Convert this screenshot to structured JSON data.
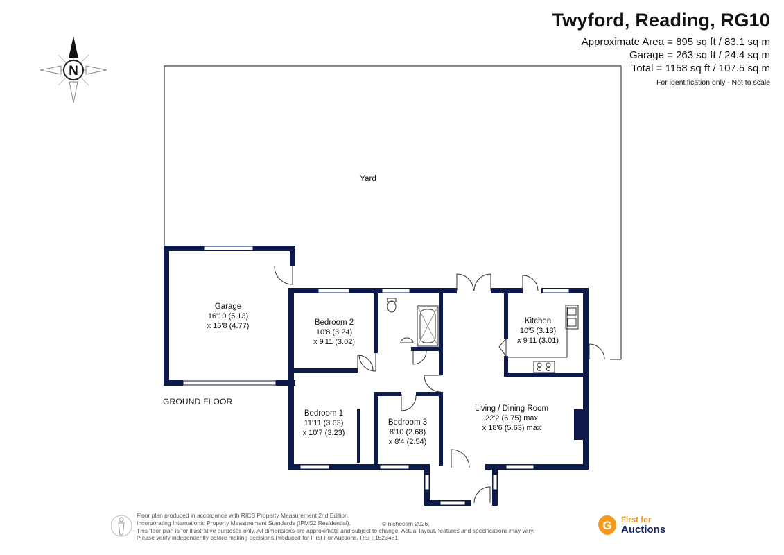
{
  "header": {
    "title": "Twyford, Reading, RG10",
    "area_lines": [
      "Approximate Area = 895 sq ft / 83.1 sq m",
      "Garage = 263 sq ft / 24.4 sq m",
      "Total = 1158 sq ft / 107.5 sq m"
    ],
    "note": "For identification only - Not to scale"
  },
  "compass": {
    "letter": "N"
  },
  "floor_label": "GROUND FLOOR",
  "rooms": {
    "yard": {
      "name": "Yard"
    },
    "garage": {
      "name": "Garage",
      "dim1": "16'10 (5.13)",
      "dim2": "x 15'8 (4.77)"
    },
    "bedroom2": {
      "name": "Bedroom 2",
      "dim1": "10'8 (3.24)",
      "dim2": "x 9'11 (3.02)"
    },
    "kitchen": {
      "name": "Kitchen",
      "dim1": "10'5 (3.18)",
      "dim2": "x 9'11 (3.01)"
    },
    "bedroom1": {
      "name": "Bedroom 1",
      "dim1": "11'11 (3.63)",
      "dim2": "x 10'7 (3.23)"
    },
    "bedroom3": {
      "name": "Bedroom 3",
      "dim1": "8'10 (2.68)",
      "dim2": "x 8'4 (2.54)"
    },
    "living": {
      "name": "Living / Dining Room",
      "dim1": "22'2 (6.75) max",
      "dim2": "x 18'6 (5.63) max"
    }
  },
  "footer": {
    "lines": [
      "Floor plan produced in accordance with RICS Property Measurement 2nd Edition,",
      "Incorporating International Property Measurement Standards (IPMS2 Residential).",
      "This floor plan is for illustrative purposes only. All dimensions are approximate and subject to change. Actual layout, features and specifications may vary.",
      "Please verify independently before making decisions.Produced for First For Auctions.  REF:  1523481"
    ],
    "copyright": "© nichecom 2026."
  },
  "brand": {
    "line1": "First for",
    "line2": "Auctions"
  },
  "colors": {
    "wall": "#0d1a4a",
    "brand_orange": "#f39a1e",
    "brand_navy": "#1a2a5e"
  }
}
